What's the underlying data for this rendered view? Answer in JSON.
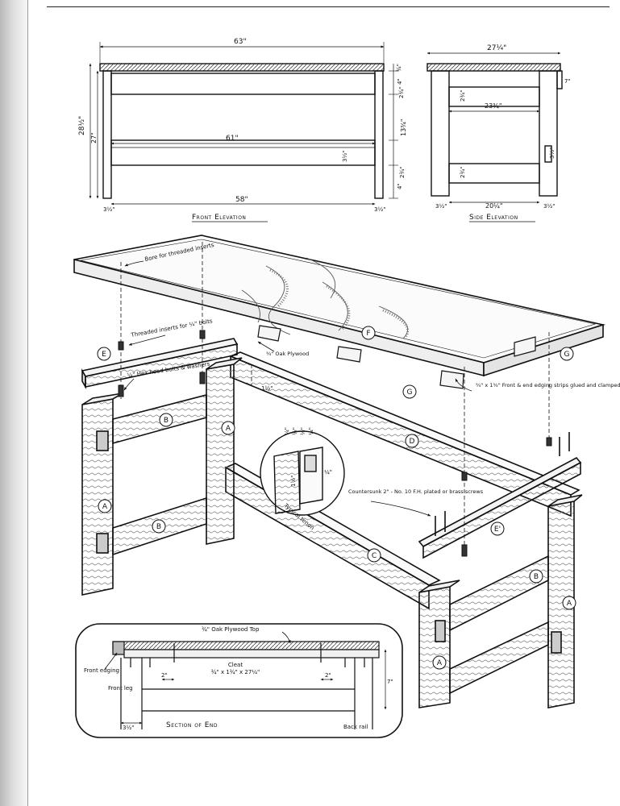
{
  "front_elevation": {
    "caption": "Front Elevation",
    "dims": {
      "overall_length": "63\"",
      "inner_rail": "61\"",
      "leg_span": "58\"",
      "overall_height": "28½\"",
      "leg_height": "27\"",
      "top_thickness": "¾\"",
      "upper_gap": "4\"",
      "upper_rail": "2¾\"",
      "middle_gap": "13¾\"",
      "lower_rail": "2¾\"",
      "foot_gap": "4\"",
      "rail_depth": "3½\"",
      "leg_width": "3½\""
    }
  },
  "side_elevation": {
    "caption": "Side Elevation",
    "dims": {
      "overall_depth": "27¼\"",
      "upper_rail": "2¾\"",
      "rail_span": "23¾\"",
      "lower_rail": "2¾\"",
      "leg_span": "20¼\"",
      "leg_left": "3½\"",
      "leg_right": "3½\"",
      "cleat_drop": "7\"",
      "side_rail": "3½\""
    }
  },
  "exploded_view": {
    "labels": {
      "bore_note": "Bore for threaded inserts",
      "inserts_note": "Threaded inserts for ¼\" bolts",
      "plywood_note": "¾\" Oak Plywood",
      "bolts_note": "¼\" Hex head bolts & washers",
      "edging_note": "¾\" x 1¾\" Front & end edging strips glued and clamped",
      "half_inch": "1½\"",
      "screws_note": "Countersunk 2\" - No. 10 F.H. plated or brass screws",
      "tenon_note": "Typical tenon",
      "tenon_dims": [
        "¼\"",
        "½\"",
        "½\"",
        "¼\""
      ],
      "tenon_side": "¼\"",
      "tenon_length": "1½\""
    },
    "part_letters": {
      "A": "A",
      "B": "B",
      "C": "C",
      "D": "D",
      "E": "E",
      "E2": "E'",
      "F": "F",
      "G": "G"
    }
  },
  "section": {
    "caption": "Section of End",
    "top_note": "¾\" Oak Plywood Top",
    "front_edging": "Front edging",
    "cleat": "Cleat",
    "cleat_dims": "¾\" x 1¾\" x 27¼\"",
    "left_offset": "2\"",
    "right_offset": "2\"",
    "front_leg": "Front leg",
    "leg_width": "3½\"",
    "back_rail": "Back rail",
    "drop": "7\""
  }
}
